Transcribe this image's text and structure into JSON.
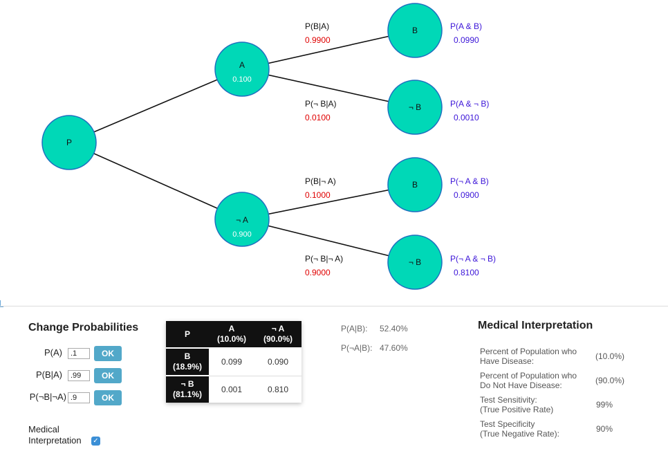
{
  "tree": {
    "root": {
      "label": "P"
    },
    "a": {
      "label": "A",
      "value": "0.100"
    },
    "not_a": {
      "label": "¬ A",
      "value": "0.900"
    },
    "leaves": [
      {
        "node": "B",
        "edge_label": "P(B|A)",
        "edge_value": "0.9900",
        "joint_label": "P(A & B)",
        "joint_value": "0.0990"
      },
      {
        "node": "¬ B",
        "edge_label": "P(¬ B|A)",
        "edge_value": "0.0100",
        "joint_label": "P(A & ¬ B)",
        "joint_value": "0.0010"
      },
      {
        "node": "B",
        "edge_label": "P(B|¬ A)",
        "edge_value": "0.1000",
        "joint_label": "P(¬ A & B)",
        "joint_value": "0.0900"
      },
      {
        "node": "¬ B",
        "edge_label": "P(¬ B|¬ A)",
        "edge_value": "0.9000",
        "joint_label": "P(¬ A & ¬ B)",
        "joint_value": "0.8100"
      }
    ],
    "colors": {
      "node_fill": "#00d8b7",
      "node_stroke": "#1e6fbf",
      "edge_value": "#e00000",
      "joint": "#3b14d8"
    }
  },
  "change": {
    "title": "Change Probabilities",
    "rows": [
      {
        "label": "P(A)",
        "value": ".1",
        "button": "OK"
      },
      {
        "label": "P(B|A)",
        "value": ".99",
        "button": "OK"
      },
      {
        "label": "P(¬B|¬A)",
        "value": ".9",
        "button": "OK"
      }
    ],
    "medical_toggle_label_1": "Medical",
    "medical_toggle_label_2": "Interpretation",
    "medical_checked": "✓"
  },
  "table": {
    "corner": "P",
    "col_a": "A",
    "col_a_pct": "(10.0%)",
    "col_na": "¬ A",
    "col_na_pct": "(90.0%)",
    "row_b": "B",
    "row_b_pct": "(18.9%)",
    "row_nb": "¬ B",
    "row_nb_pct": "(81.1%)",
    "cells": [
      [
        "0.099",
        "0.090"
      ],
      [
        "0.001",
        "0.810"
      ]
    ]
  },
  "conditional": {
    "a_given_b_label": "P(A|B):",
    "a_given_b_value": "52.40%",
    "na_given_b_label": "P(¬A|B):",
    "na_given_b_value": "47.60%"
  },
  "medical": {
    "title": "Medical Interpretation",
    "rows": [
      {
        "line1": "Percent of Population who",
        "line2": "Have Disease:",
        "value": "(10.0%)"
      },
      {
        "line1": "Percent of Population who",
        "line2": "Do Not Have Disease:",
        "value": "(90.0%)"
      },
      {
        "line1": "Test Sensitivity:",
        "line2": "(True Positive Rate)",
        "value": "99%"
      },
      {
        "line1": "Test Specificity",
        "line2": "(True Negative Rate):",
        "value": "90%"
      }
    ]
  }
}
